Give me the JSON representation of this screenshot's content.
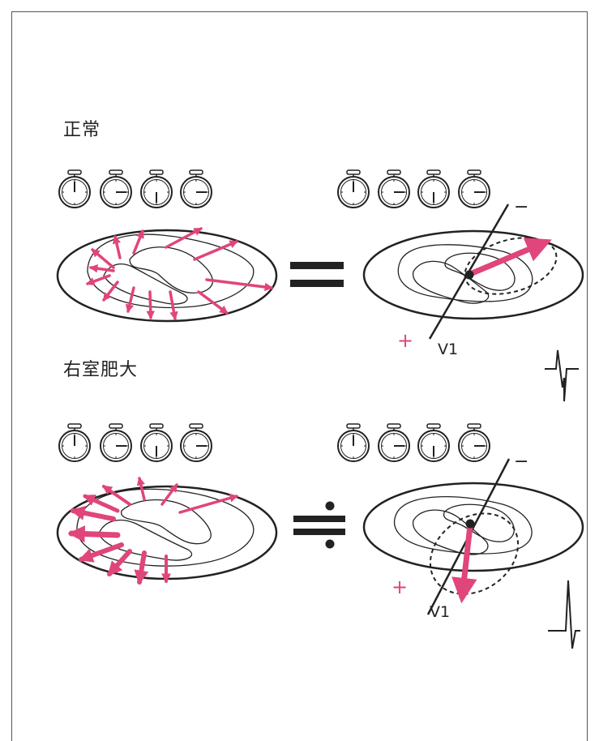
{
  "panels": {
    "normal": {
      "label": "正常",
      "relation": "=",
      "lead_label": "V1",
      "plus_sign": "+",
      "minus_sign": "−"
    },
    "rvh": {
      "label": "右室肥大",
      "relation": "≑",
      "lead_label": "V1",
      "plus_sign": "+",
      "minus_sign": "−"
    }
  },
  "colors": {
    "vector": "#e0457b",
    "line": "#222222",
    "dashed": "#222222"
  },
  "icons": [
    "stopwatch-icon",
    "ecg-waveform-icon"
  ]
}
